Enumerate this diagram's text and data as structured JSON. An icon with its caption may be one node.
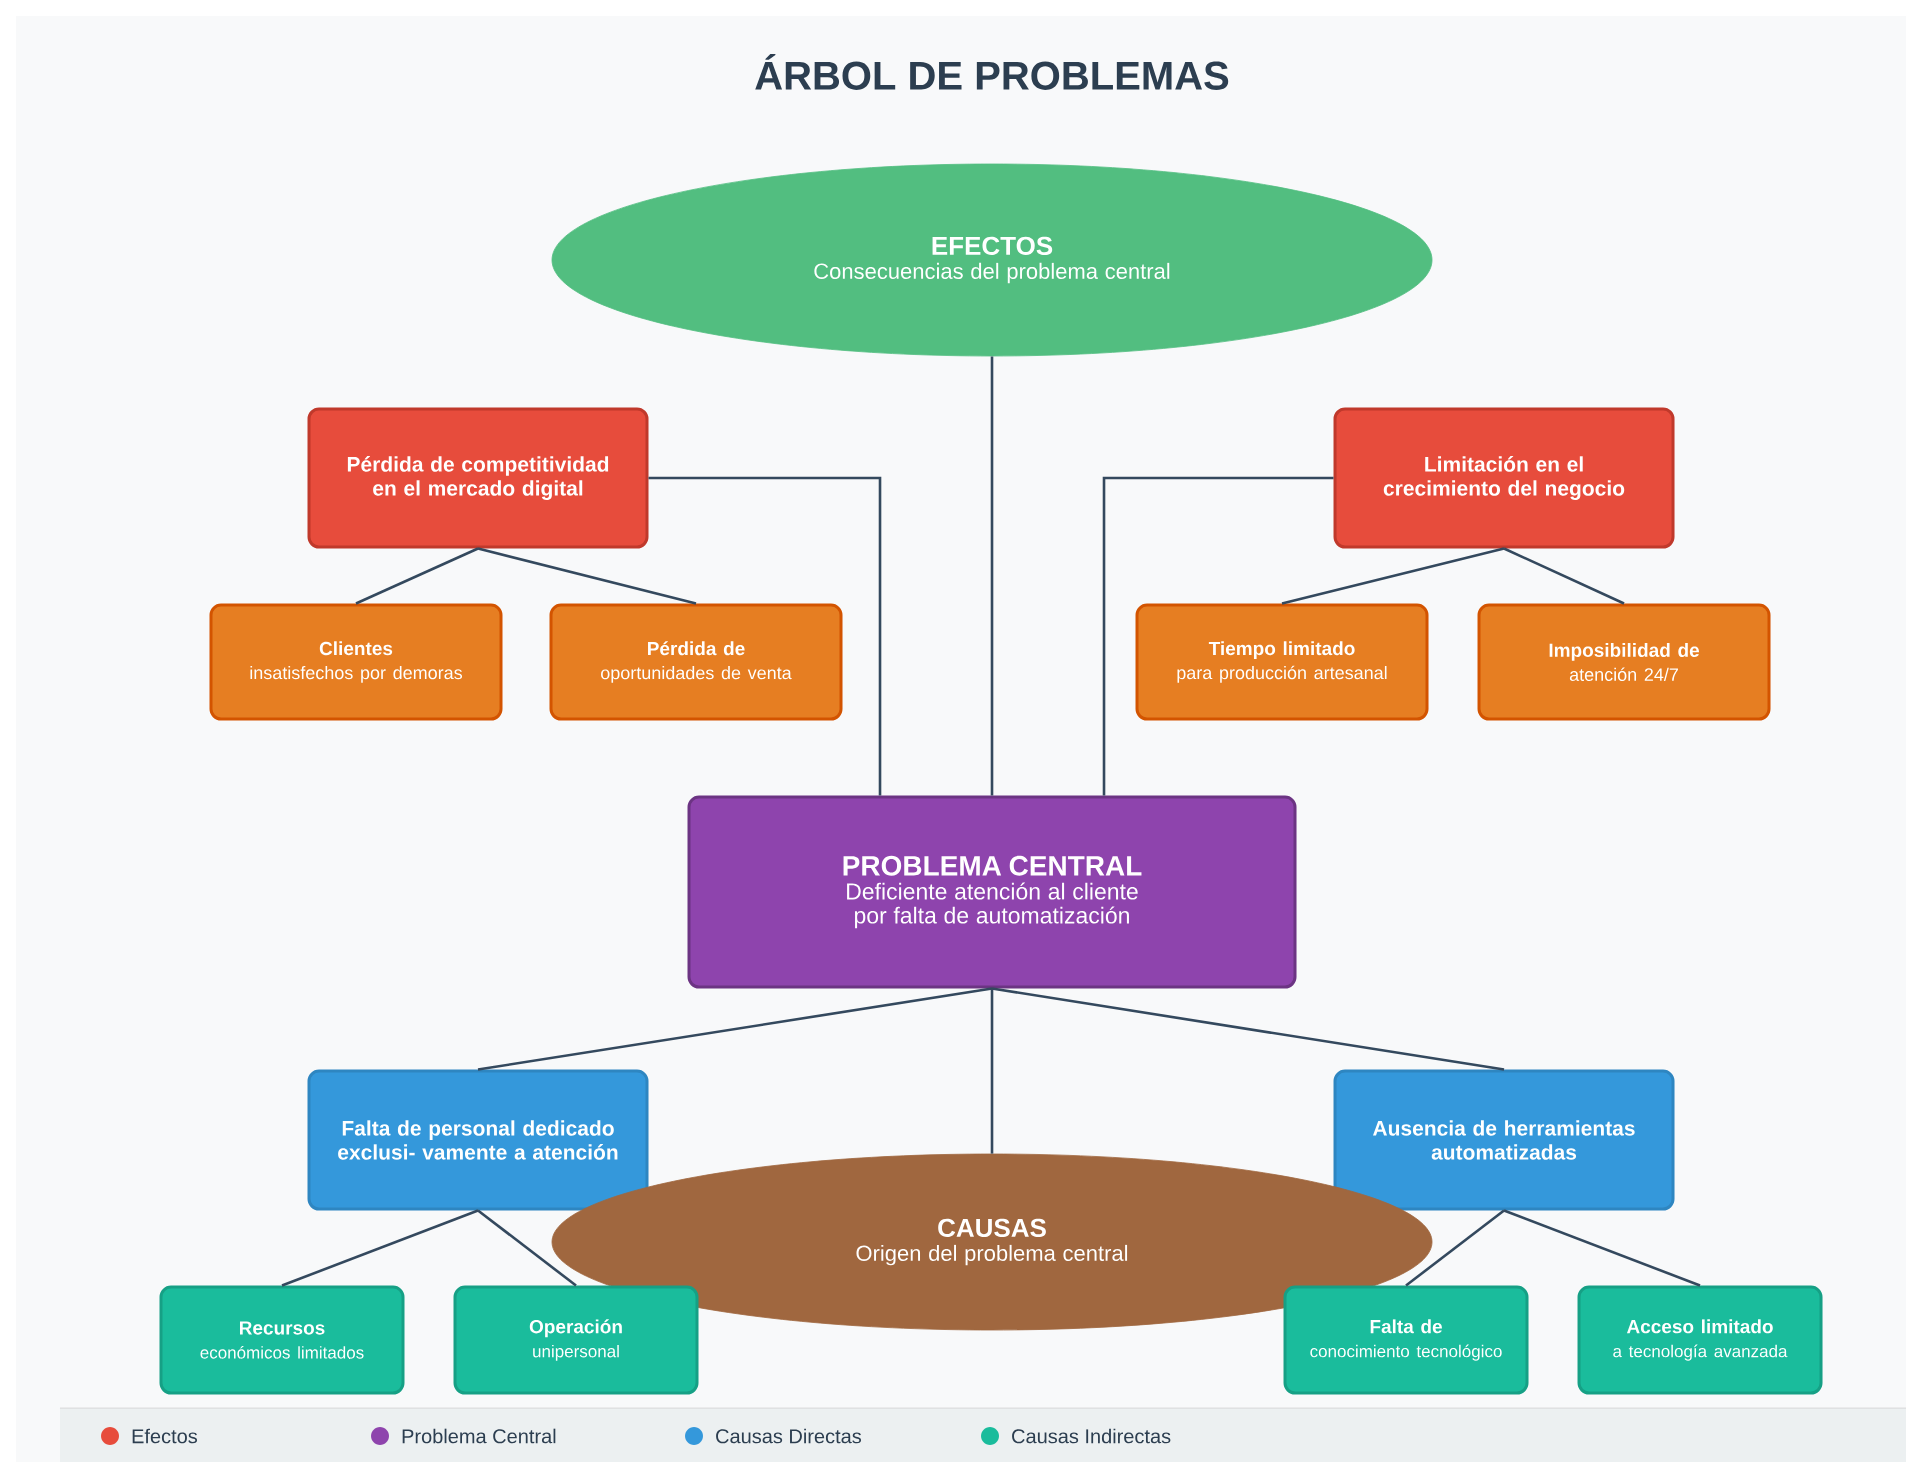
{
  "diagram": {
    "title": "ÁRBOL DE PROBLEMAS",
    "nodes": [
      {
        "text": [
          "EFECTOS",
          "Consecuencias del problema central"
        ]
      },
      {
        "text": [
          "Pérdida de competitividad en el mercado digital"
        ]
      },
      {
        "text": [
          "Limitación en el crecimiento del negocio"
        ]
      },
      {
        "text": [
          "Clientes",
          "insatisfechos por demoras"
        ]
      },
      {
        "text": [
          "Pérdida de",
          "oportunidades de venta"
        ]
      },
      {
        "text": [
          "Tiempo limitado",
          "para producción artesanal"
        ]
      },
      {
        "text": [
          "Imposibilidad de",
          "atención 24/7"
        ]
      },
      {
        "text": [
          "PROBLEMA CENTRAL",
          "Deficiente atención al cliente por falta de automatización"
        ]
      },
      {
        "text": [
          "Falta de personal dedicado exclusi- vamente a atención"
        ]
      },
      {
        "text": [
          "Ausencia de herramientas automatizadas"
        ]
      },
      {
        "text": [
          "CAUSAS",
          "Origen del problema central"
        ]
      },
      {
        "text": [
          "Recursos",
          "económicos limitados"
        ]
      },
      {
        "text": [
          "Operación",
          "unipersonal"
        ]
      },
      {
        "text": [
          "Falta de",
          "conocimiento tecnológico"
        ]
      },
      {
        "text": [
          "Acceso limitado",
          "a tecnología avanzada"
        ]
      }
    ],
    "edges": [
      {
        "from": 7,
        "to": 0,
        "arrow": "none"
      },
      {
        "from": 7,
        "to": 1,
        "arrow": "none"
      },
      {
        "from": 7,
        "to": 2,
        "arrow": "none"
      },
      {
        "from": 1,
        "to": 3,
        "arrow": "none"
      },
      {
        "from": 1,
        "to": 4,
        "arrow": "none"
      },
      {
        "from": 2,
        "to": 5,
        "arrow": "none"
      },
      {
        "from": 2,
        "to": 6,
        "arrow": "none"
      },
      {
        "from": 7,
        "to": 8,
        "arrow": "none"
      },
      {
        "from": 7,
        "to": 9,
        "arrow": "none"
      },
      {
        "from": 7,
        "to": 10,
        "arrow": "none"
      },
      {
        "from": 8,
        "to": 11,
        "arrow": "none"
      },
      {
        "from": 8,
        "to": 12,
        "arrow": "none"
      },
      {
        "from": 9,
        "to": 13,
        "arrow": "none"
      },
      {
        "from": 9,
        "to": 14,
        "arrow": "none"
      }
    ],
    "legend": [
      {
        "text": "Efectos",
        "color": "#e74c3c"
      },
      {
        "text": "Problema Central",
        "color": "#8e44ad"
      },
      {
        "text": "Causas Directas",
        "color": "#3498db"
      },
      {
        "text": "Causas Indirectas",
        "color": "#1abc9c"
      }
    ]
  }
}
